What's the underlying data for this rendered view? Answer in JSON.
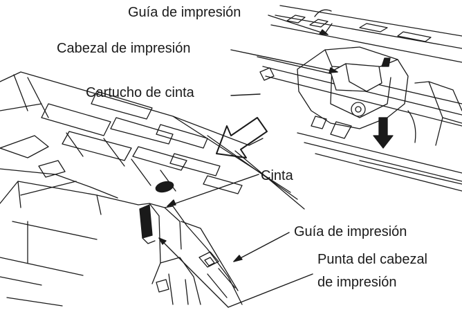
{
  "labels": {
    "guia_top": "Guía de impresión",
    "cabezal": "Cabezal de impresión",
    "cartucho": "Cartucho de cinta",
    "cinta": "Cinta",
    "guia_bottom": "Guía de impresión",
    "punta_line1": "Punta del cabezal",
    "punta_line2": "de impresión"
  },
  "colors": {
    "ink": "#1a1a1a",
    "background": "#ffffff"
  }
}
